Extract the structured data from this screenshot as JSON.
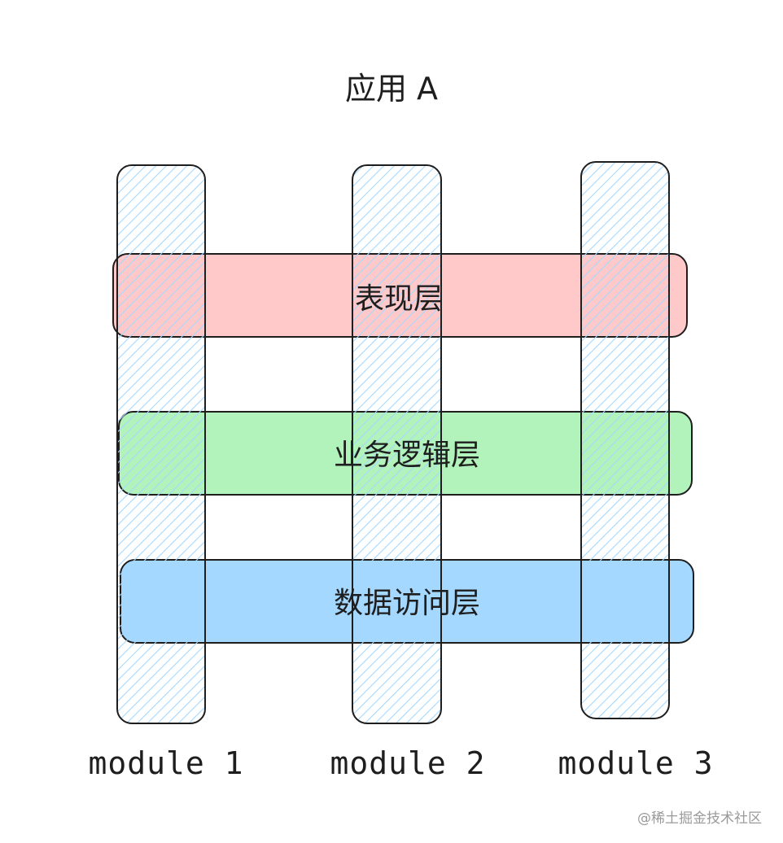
{
  "title": "应用 A",
  "layers": [
    {
      "label": "表现层",
      "fill": "#ffc9c9"
    },
    {
      "label": "业务逻辑层",
      "fill": "#b2f2bb"
    },
    {
      "label": "数据访问层",
      "fill": "#a5d8ff"
    }
  ],
  "modules": [
    {
      "label": "module 1"
    },
    {
      "label": "module 2"
    },
    {
      "label": "module 3"
    }
  ],
  "colors": {
    "stroke": "#1e1e1e",
    "hatch": "#a5d8ff"
  },
  "watermark": "@稀土掘金技术社区"
}
